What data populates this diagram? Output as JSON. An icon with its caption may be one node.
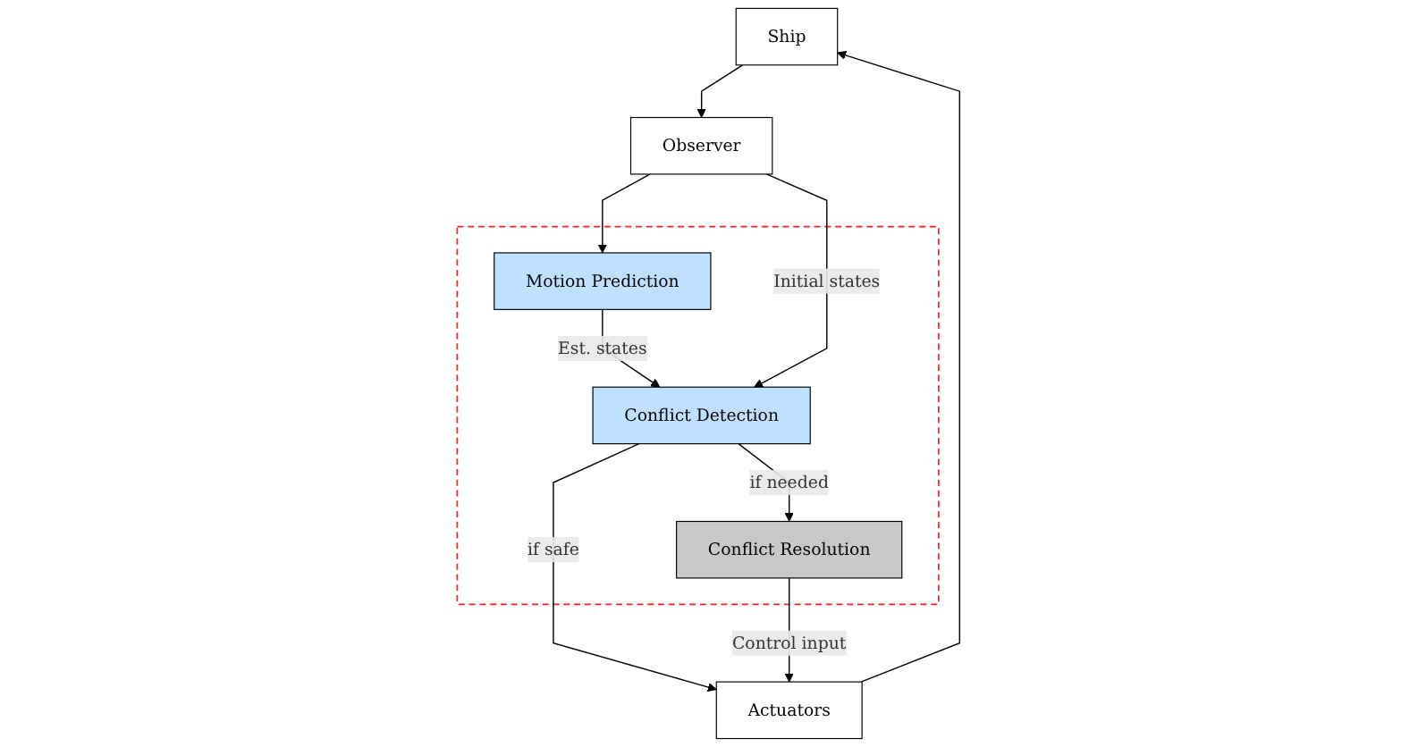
{
  "diagram": {
    "nodes": [
      {
        "text": [
          "Ship"
        ]
      },
      {
        "text": [
          "Actuators"
        ]
      },
      {
        "text": [
          "Observer"
        ]
      },
      {
        "text": [],
        "shape": "box"
      },
      {
        "text": [
          "Motion Prediction"
        ],
        "in": 3
      },
      {
        "text": [
          "Conflict Resolution"
        ],
        "in": 3
      },
      {
        "text": [
          "Conflict Detection"
        ],
        "in": 3
      }
    ],
    "edges": [
      {
        "from": 1,
        "to": 0,
        "arrow": "to"
      },
      {
        "from": 0,
        "to": 2,
        "arrow": "to"
      },
      {
        "from": 2,
        "to": 4,
        "arrow": "to"
      },
      {
        "from": 4,
        "to": 6,
        "arrow": "to",
        "label": "Est. states"
      },
      {
        "from": 2,
        "to": 6,
        "arrow": "to",
        "label": "Initial states"
      },
      {
        "from": 6,
        "to": 5,
        "arrow": "to",
        "label": "if needed"
      },
      {
        "from": 6,
        "to": 1,
        "arrow": "to",
        "label": "if safe"
      },
      {
        "from": 5,
        "to": 1,
        "arrow": "to",
        "label": "Control input"
      }
    ]
  }
}
